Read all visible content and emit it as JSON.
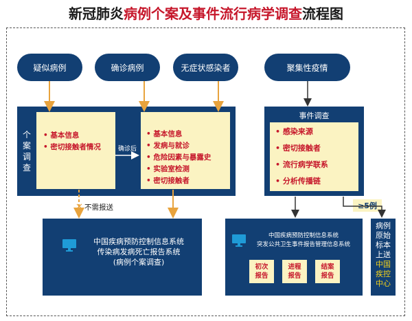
{
  "title": {
    "part1": "新冠肺炎",
    "part2": "病例个案及事件流行病学调查",
    "part3": "流程图"
  },
  "top_nodes": {
    "suspected": "疑似病例",
    "confirmed": "确诊病例",
    "asymptomatic": "无症状感染者",
    "cluster": "聚集性疫情"
  },
  "case_panel": {
    "label": [
      "个",
      "案",
      "调",
      "查"
    ],
    "left_items": [
      "基本信息",
      "密切接触者情况"
    ],
    "arrow_label": "确诊后",
    "right_items": [
      "基本信息",
      "发病与就诊",
      "危险因素与暴露史",
      "实验室检测",
      "密切接触者"
    ]
  },
  "no_report": "不需报送",
  "event_panel": {
    "title": "事件调查",
    "items": [
      "感染来源",
      "密切接触者",
      "流行病学联系",
      "分析传播链"
    ]
  },
  "threshold": "≥5例",
  "system_left": {
    "lines": [
      "中国疾病预防控制信息系统",
      "传染病发病死亡报告系统",
      "(病例个案调查)"
    ]
  },
  "system_right": {
    "lines": [
      "中国疾病预防控制信息系统",
      "突发公共卫生事件报告管理信息系统"
    ],
    "reports": [
      "初次\n报告",
      "进程\n报告",
      "结案\n报告"
    ]
  },
  "specimen": {
    "white": [
      "病例",
      "原始",
      "标本",
      "上送"
    ],
    "yellow": [
      "中国",
      "疾控",
      "中心"
    ]
  },
  "colors": {
    "navy": "#123f73",
    "yellow_box": "#fbf3c2",
    "red": "#c6172b",
    "arrow": "#e8a33d",
    "dark_arrow": "#333333"
  }
}
